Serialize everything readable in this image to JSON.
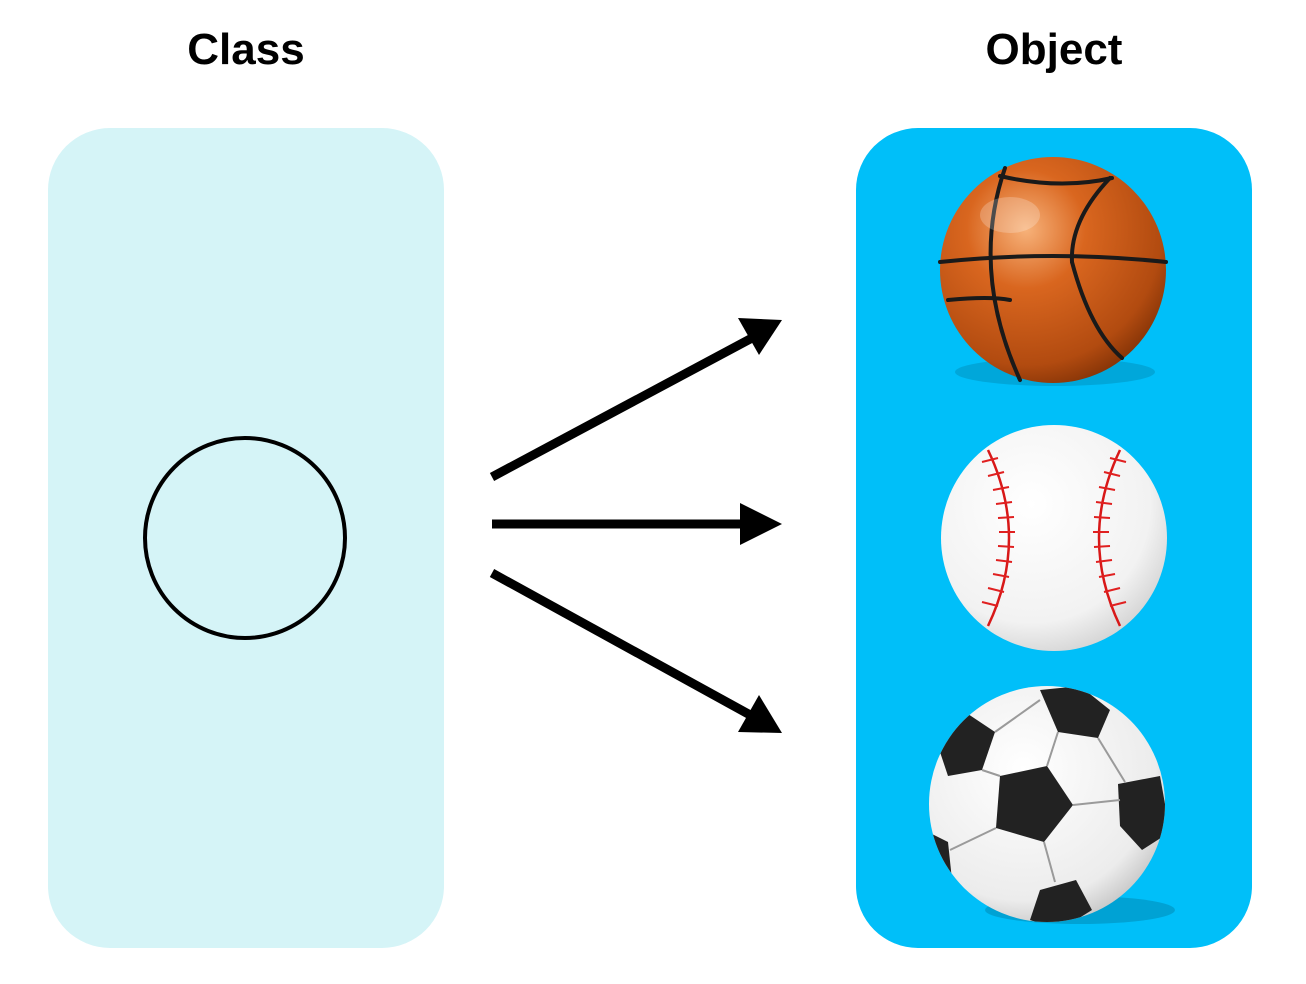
{
  "diagram": {
    "class_section": {
      "title": "Class",
      "panel_color": "#d5f4f7",
      "shape": "circle-outline-icon"
    },
    "object_section": {
      "title": "Object",
      "panel_color": "#00bff9",
      "items": [
        {
          "name": "basketball-icon"
        },
        {
          "name": "baseball-icon"
        },
        {
          "name": "soccer-ball-icon"
        }
      ]
    },
    "arrows": {
      "count": 3,
      "color": "#000000"
    }
  }
}
